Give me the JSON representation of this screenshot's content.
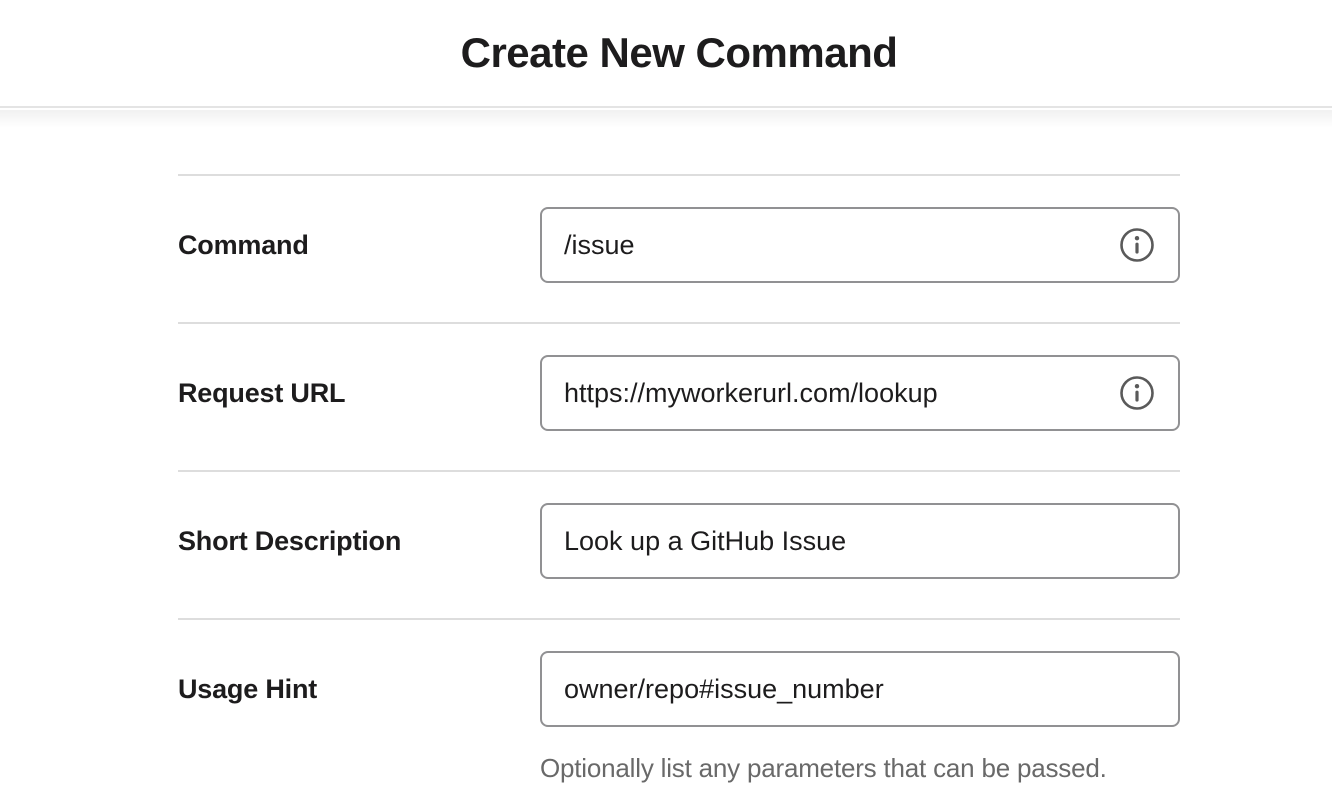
{
  "page": {
    "title": "Create New Command"
  },
  "form": {
    "rows": [
      {
        "label": "Command",
        "value": "/issue",
        "icon": "info-icon"
      },
      {
        "label": "Request URL",
        "value": "https://myworkerurl.com/lookup",
        "icon": "info-icon"
      },
      {
        "label": "Short Description",
        "value": "Look up a GitHub Issue"
      },
      {
        "label": "Usage Hint",
        "value": "owner/repo#issue_number",
        "helper": "Optionally list any parameters that can be passed."
      }
    ]
  },
  "colors": {
    "text": "#1d1c1d",
    "input_border": "#919193",
    "divider": "#dddddd",
    "helper_text": "#696969",
    "info_icon": "#5a5a5a",
    "background": "#ffffff"
  }
}
